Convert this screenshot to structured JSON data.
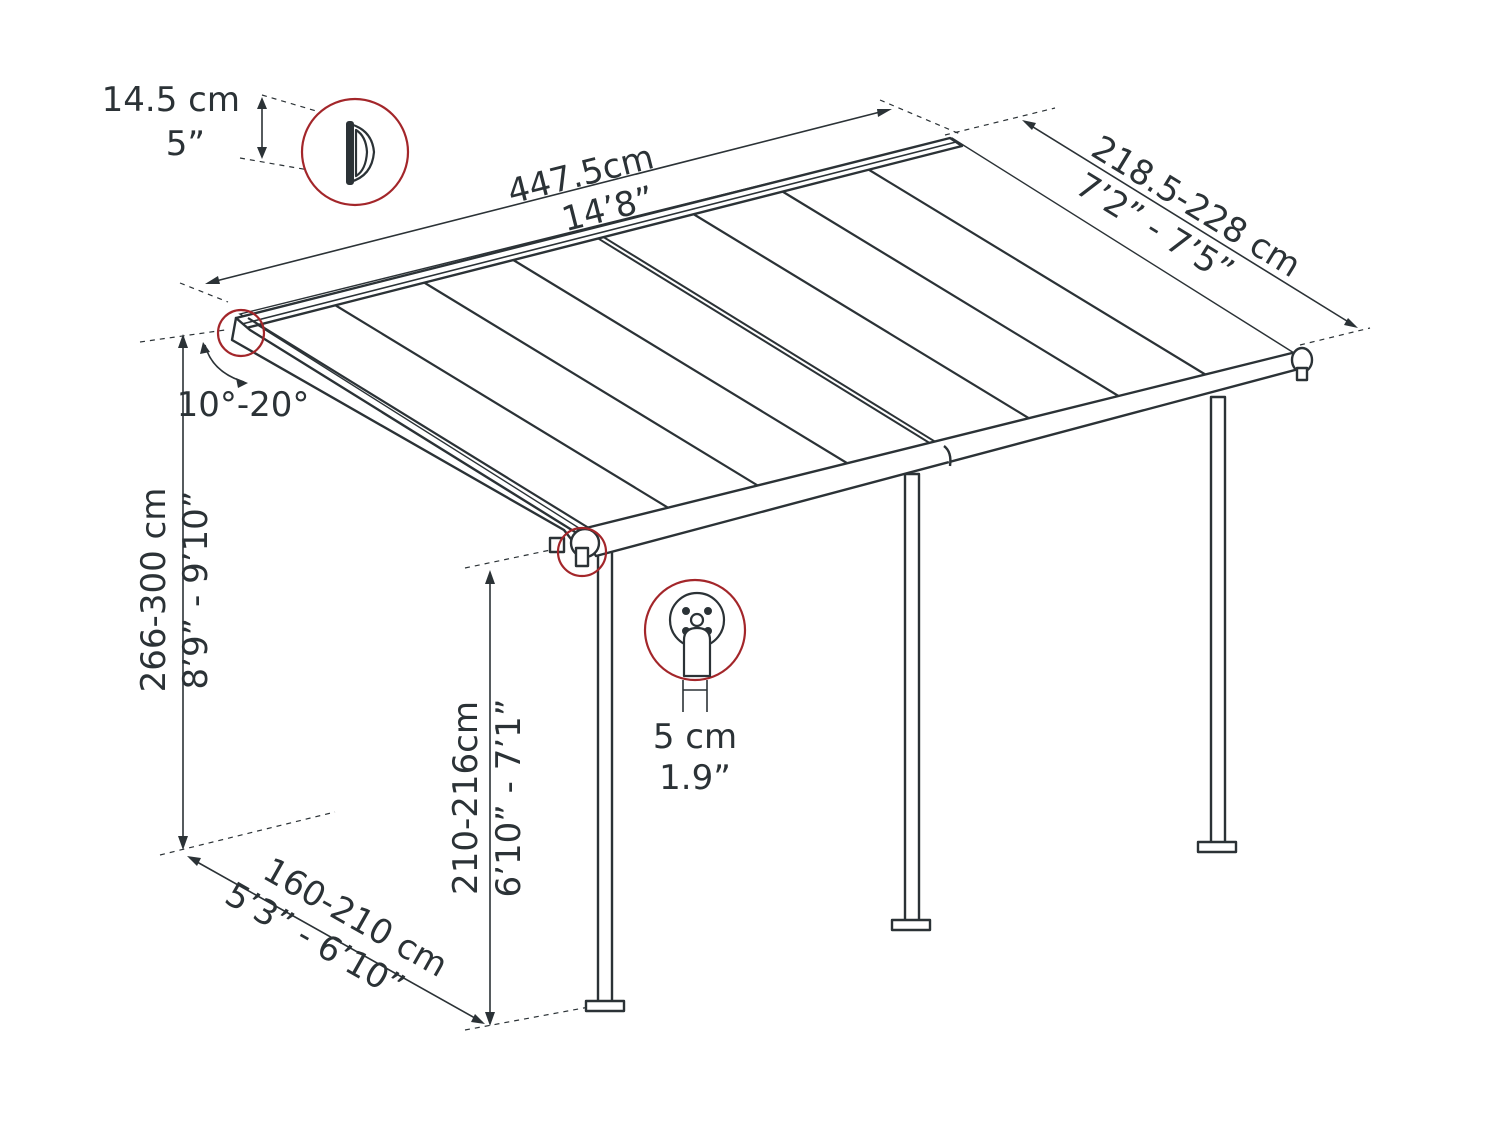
{
  "dimensions": {
    "profile_height": {
      "metric": "14.5 cm",
      "imperial": "5”"
    },
    "length": {
      "metric": "447.5cm",
      "imperial": "14’8”"
    },
    "depth": {
      "metric": "218.5-228 cm",
      "imperial": "7’2” - 7’5”"
    },
    "angle": {
      "value": "10°-20°"
    },
    "wall_height": {
      "metric": "266-300 cm",
      "imperial": "8’9” - 9’10”"
    },
    "front_height": {
      "metric": "210-216cm",
      "imperial": "6’10” - 7’1”"
    },
    "projection": {
      "metric": "160-210 cm",
      "imperial": "5’3” - 6’10”"
    },
    "post_width": {
      "metric": "5 cm",
      "imperial": "1.9”"
    }
  },
  "colors": {
    "line": "#2b3236",
    "callout": "#a3262a",
    "background": "#ffffff"
  },
  "icons": [
    "wall-profile-detail-icon",
    "post-bracket-detail-icon"
  ]
}
